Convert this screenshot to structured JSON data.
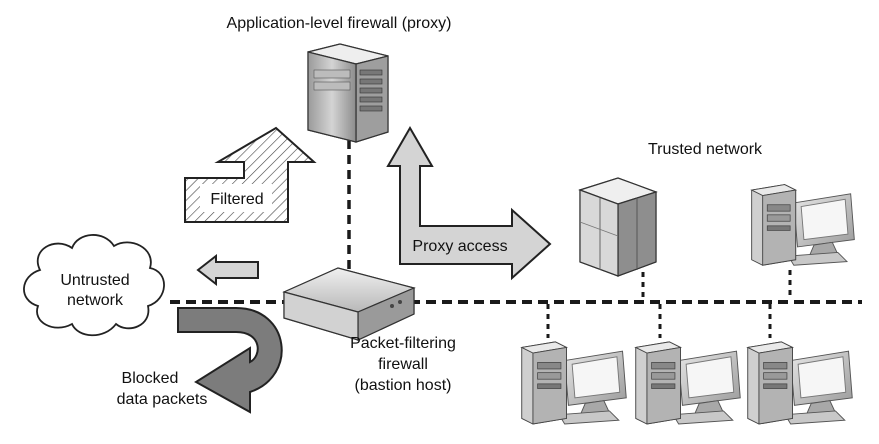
{
  "labels": {
    "title": "Application-level firewall (proxy)",
    "trusted_network": "Trusted network",
    "filtered": "Filtered",
    "proxy_access": "Proxy access",
    "untrusted_line1": "Untrusted",
    "untrusted_line2": "network",
    "packet_line1": "Packet-filtering",
    "packet_line2": "firewall",
    "packet_line3": "(bastion host)",
    "blocked_line1": "Blocked",
    "blocked_line2": "data packets"
  },
  "colors": {
    "arrow_fill": "#d9d9d9",
    "arrow_stroke": "#222222",
    "line": "#1a1a1a",
    "device_light": "#e8e8e8",
    "device_mid": "#bdbdbd",
    "device_dark": "#7a7a7a",
    "screen": "#f4f4f4"
  },
  "icons": [
    "proxy-server-icon",
    "packet-filter-firewall-icon",
    "trusted-server-icon",
    "workstation-icon",
    "cloud-icon"
  ]
}
